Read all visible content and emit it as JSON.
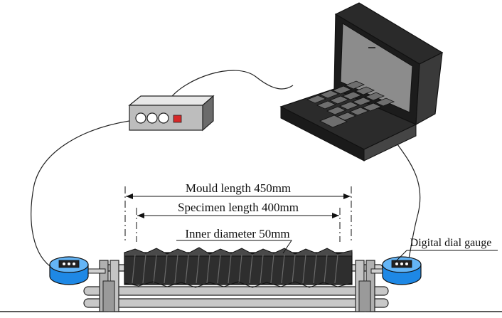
{
  "labels": {
    "mould_length": "Mould length 450mm",
    "specimen_length": "Specimen length 400mm",
    "inner_diameter": "Inner diameter 50mm",
    "dial_gauge": "Digital dial gauge"
  },
  "colors": {
    "gauge_blue": "#1e88e5",
    "indicator_red": "#d62828",
    "laptop_dark": "#1c1c1c",
    "laptop_screen": "#8c8c8c",
    "specimen_dark": "#3a3a3a",
    "rod_grey": "#b9b9b9"
  },
  "icons": [
    "laptop-icon",
    "data-logger-box",
    "digital-dial-gauge-left",
    "digital-dial-gauge-right",
    "mould-specimen"
  ]
}
